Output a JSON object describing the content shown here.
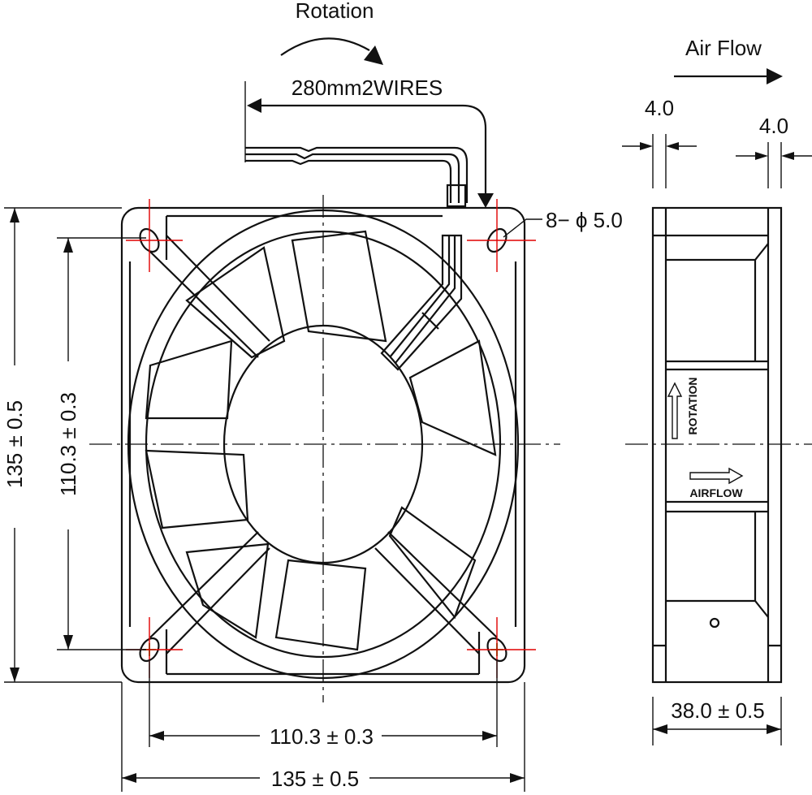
{
  "labels": {
    "rotation": "Rotation",
    "wires": "280mm2WIRES",
    "air_flow": "Air Flow",
    "holes": "8− ϕ 5.0",
    "flange_left": "4.0",
    "flange_right": "4.0",
    "height_outer": "135 ± 0.5",
    "height_holes": "110.3 ± 0.3",
    "width_holes": "110.3 ± 0.3",
    "width_outer": "135 ± 0.5",
    "depth": "38.0 ± 0.5",
    "side_rotation": "ROTATION",
    "side_airflow": "AIRFLOW"
  },
  "colors": {
    "line": "#111111",
    "hole_mark_red": "#e00000",
    "hole_mark_green": "#00a000"
  },
  "icons": {
    "rotation_arrow": "curved-arrow-right-icon",
    "airflow_arrow": "arrow-right-icon"
  }
}
